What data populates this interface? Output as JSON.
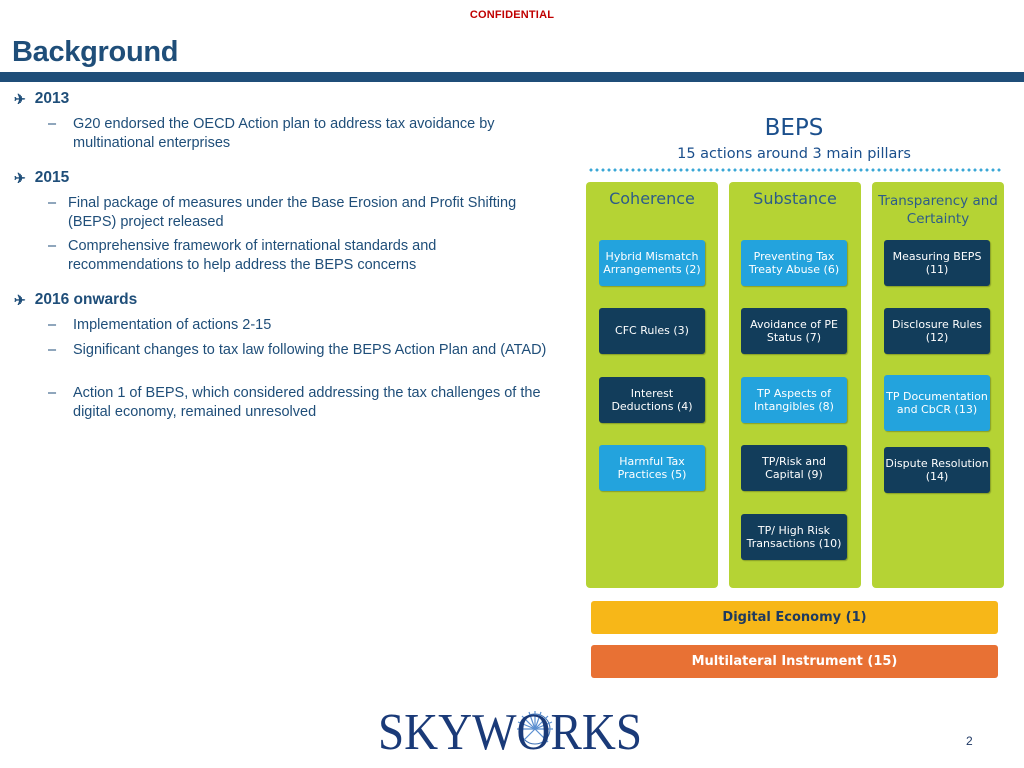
{
  "header": {
    "confidential": "CONFIDENTIAL",
    "title": "Background"
  },
  "bullets": [
    {
      "year": "2013",
      "items": [
        "G20 endorsed the OECD Action plan to address tax avoidance by multinational enterprises"
      ]
    },
    {
      "year": "2015",
      "items": [
        "Final package of measures under the Base Erosion and Profit Shifting (BEPS) project released",
        "Comprehensive framework of international standards and recommendations to help address the BEPS concerns"
      ]
    },
    {
      "year": "2016 onwards",
      "items": [
        "Implementation of actions 2-15",
        "Significant changes to tax law following the BEPS Action Plan and (ATAD)",
        "Action 1 of BEPS, which considered addressing the tax challenges of the digital economy, remained unresolved"
      ]
    }
  ],
  "beps": {
    "title": "BEPS",
    "subtitle": "15 actions around 3 main pillars",
    "pillars": [
      {
        "title": "Coherence",
        "actions": [
          "Hybrid Mismatch Arrangements (2)",
          "CFC Rules (3)",
          "Interest Deductions (4)",
          "Harmful Tax Practices (5)"
        ]
      },
      {
        "title": "Substance",
        "actions": [
          "Preventing Tax Treaty Abuse (6)",
          "Avoidance of PE Status (7)",
          "TP Aspects of Intangibles (8)",
          "TP/Risk and Capital (9)",
          "TP/ High Risk Transactions (10)"
        ]
      },
      {
        "title": "Transparency and Certainty",
        "actions": [
          "Measuring BEPS (11)",
          "Disclosure Rules (12)",
          "TP Documentation and CbCR (13)",
          "Dispute Resolution (14)"
        ]
      }
    ],
    "digital_economy": "Digital Economy (1)",
    "multilateral": "Multilateral Instrument (15)",
    "colors": {
      "pillar": "#b5d334",
      "dark_box": "#123d5b",
      "light_box": "#23a3dd",
      "digital": "#f7b718",
      "multilateral": "#e87134"
    }
  },
  "footer": {
    "logo": "SKYWORKS",
    "page_number": "2"
  }
}
